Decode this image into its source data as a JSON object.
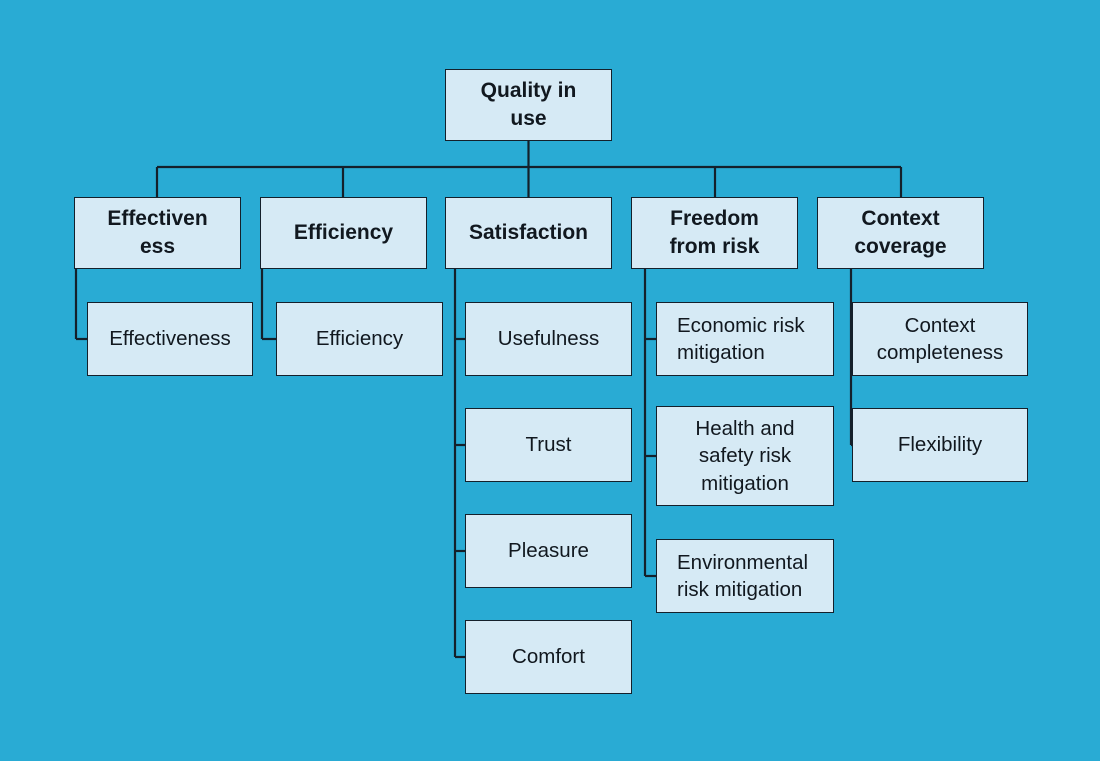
{
  "diagram": {
    "title": "Quality in use",
    "colors": {
      "background": "#29abd4",
      "node_fill": "#d6eaf5",
      "node_border": "#14202b",
      "text": "#11181f"
    },
    "root": {
      "label": "Quality in\nuse"
    },
    "branches": [
      {
        "label": "Effectiven\ness"
      },
      {
        "label": "Efficiency"
      },
      {
        "label": "Satisfaction"
      },
      {
        "label": "Freedom\nfrom risk"
      },
      {
        "label": "Context\ncoverage"
      }
    ],
    "leaves": {
      "effectiveness": [
        {
          "label": "Effectiveness"
        }
      ],
      "efficiency": [
        {
          "label": "Efficiency"
        }
      ],
      "satisfaction": [
        {
          "label": "Usefulness"
        },
        {
          "label": "Trust"
        },
        {
          "label": "Pleasure"
        },
        {
          "label": "Comfort"
        }
      ],
      "freedom_from_risk": [
        {
          "label": "Economic risk\nmitigation"
        },
        {
          "label": "Health and\nsafety risk\nmitigation"
        },
        {
          "label": "Environmental\nrisk mitigation"
        }
      ],
      "context_coverage": [
        {
          "label": "Context\ncompleteness"
        },
        {
          "label": "Flexibility"
        }
      ]
    }
  }
}
